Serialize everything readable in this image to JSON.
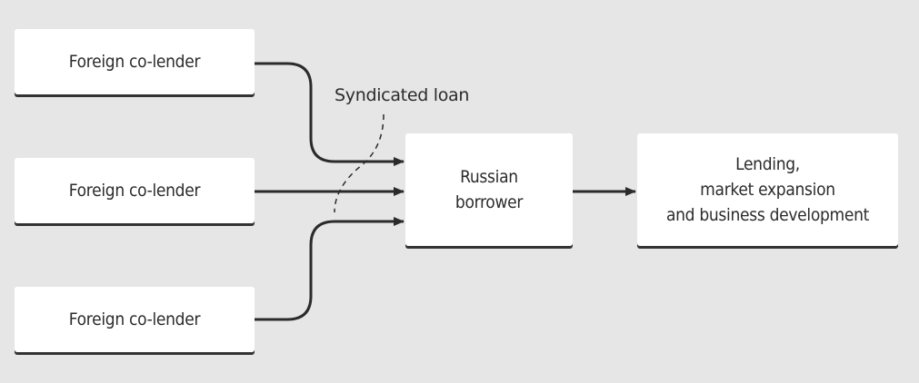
{
  "diagram": {
    "lenders": [
      {
        "label": "Foreign co-lender"
      },
      {
        "label": "Foreign co-lender"
      },
      {
        "label": "Foreign co-lender"
      }
    ],
    "borrower": {
      "label": "Russian\nborrower"
    },
    "outcome": {
      "label": "Lending,\nmarket expansion\nand business development"
    },
    "loan_label": "Syndicated loan"
  }
}
